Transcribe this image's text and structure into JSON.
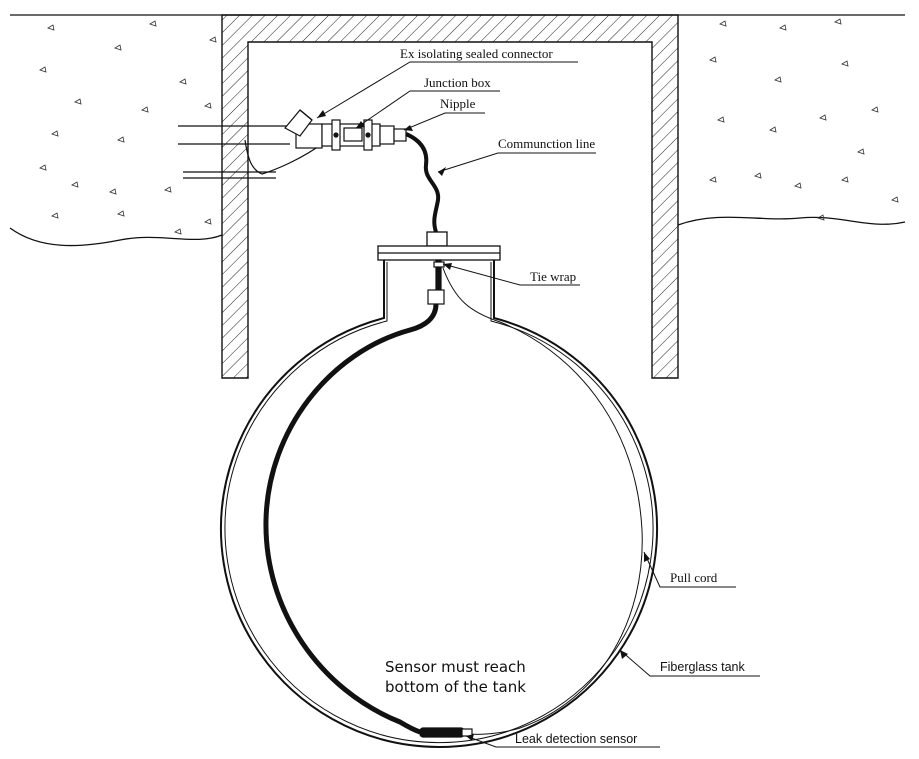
{
  "labels": {
    "ex_connector": "Ex isolating sealed connector",
    "junction_box": "Junction box",
    "nipple": "Nipple",
    "communication_line": "Communction line",
    "tie_wrap": "Tie wrap",
    "pull_cord": "Pull cord",
    "fiberglass_tank": "Fiberglass tank",
    "leak_sensor": "Leak detection sensor",
    "note_line1": "Sensor must reach",
    "note_line2": "bottom of the tank"
  },
  "colors": {
    "line": "#111111",
    "background": "#ffffff"
  }
}
